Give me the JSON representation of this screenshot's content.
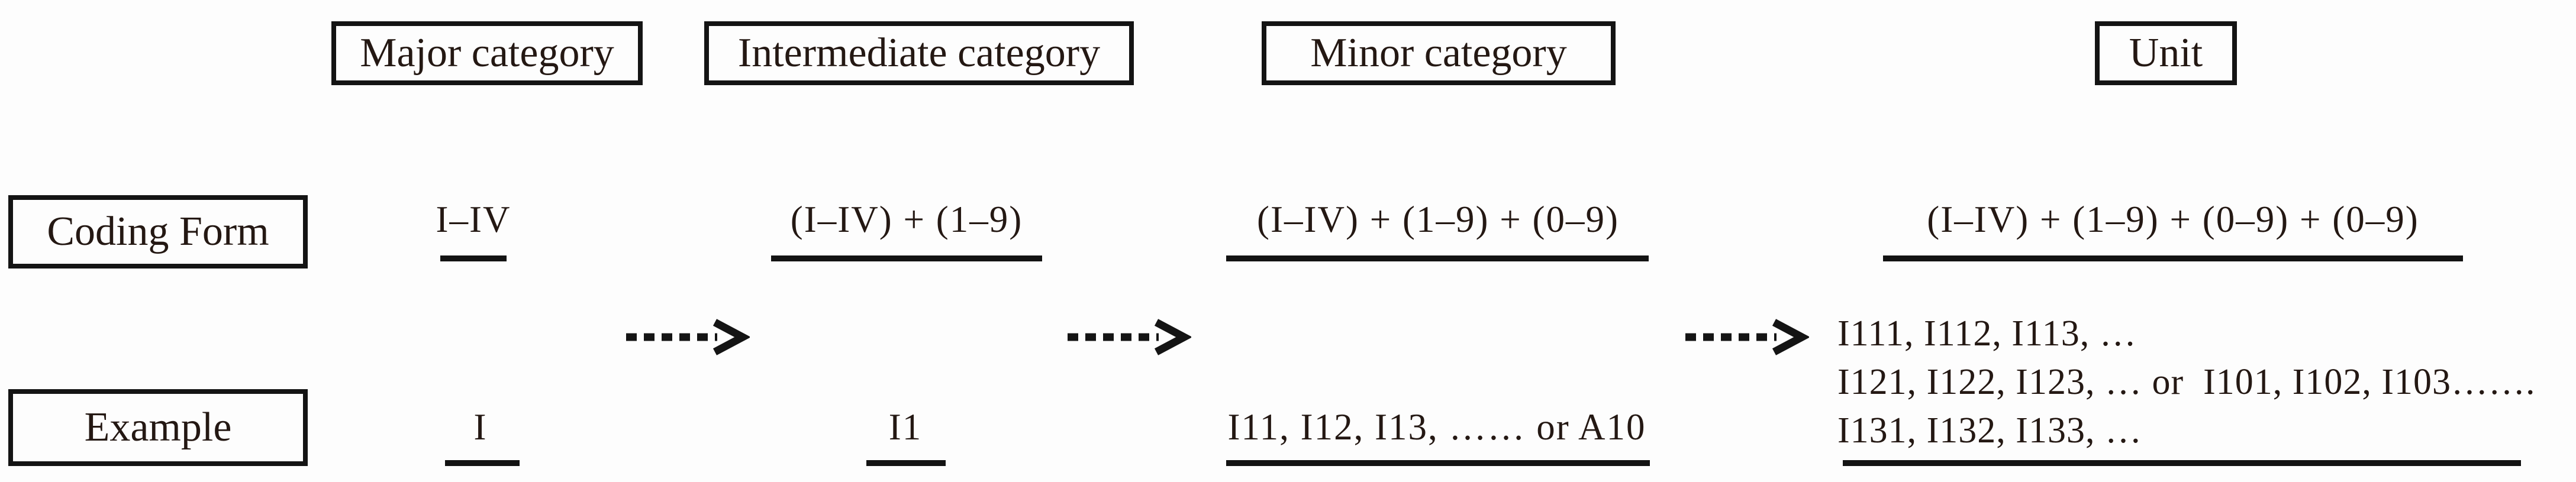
{
  "palette": {
    "background": "#fdfdfd",
    "text": "#241813",
    "line": "#131313"
  },
  "header": {
    "columns": [
      {
        "label": "Major category"
      },
      {
        "label": "Intermediate category"
      },
      {
        "label": "Minor category"
      },
      {
        "label": "Unit"
      }
    ]
  },
  "row_labels": [
    {
      "label": "Coding Form"
    },
    {
      "label": "Example"
    }
  ],
  "coding_form": {
    "major": "(I–IV)",
    "major_display": "I–IV",
    "intermediate": "(I–IV) + (1–9)",
    "minor": "(I–IV) + (1–9) + (0–9)",
    "unit": "(I–IV) + (1–9) + (0–9) + (0–9)"
  },
  "example": {
    "major": "I",
    "intermediate": "I1",
    "minor": "I11, I12, I13, …… or A10",
    "unit_lines": [
      "I111, I112, I113, …",
      "I121, I122, I123, … or  I101, I102, I103…….",
      "I131, I132, I133, …"
    ]
  },
  "arrows": {
    "count": 3,
    "style": "dashed-right"
  }
}
